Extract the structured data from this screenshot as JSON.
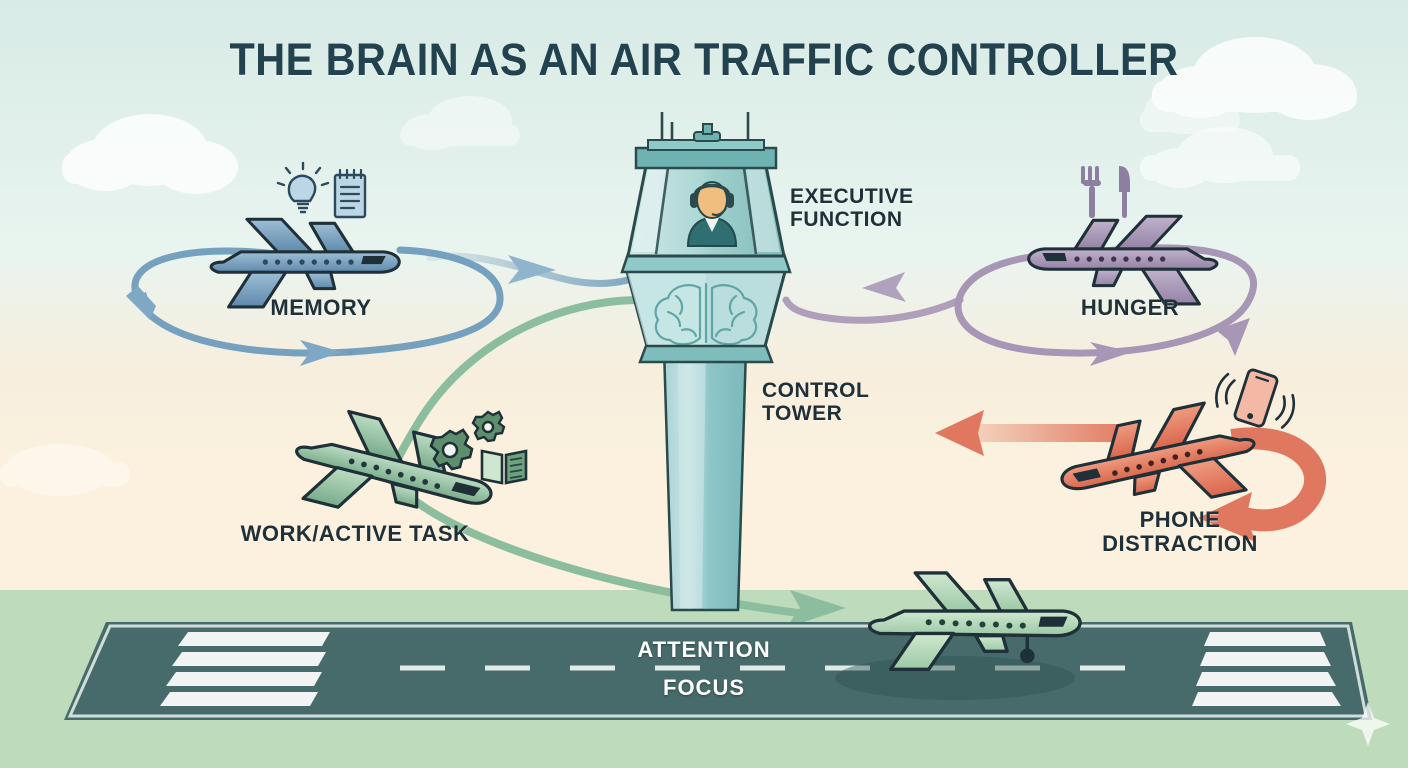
{
  "title": "THE BRAIN AS AN AIR TRAFFIC CONTROLLER",
  "theme": {
    "sky_top": "#d8ebe6",
    "sky_mid": "#eef6f0",
    "sky_low": "#fbf0dc",
    "ground": "#bedbbb",
    "runway": "#476b6b",
    "title_color": "#22424f",
    "label_color": "#1f3038",
    "memory_color": "#7fa8c4",
    "hunger_color": "#a796b5",
    "work_color": "#8fc4a0",
    "distraction_color": "#e07a62",
    "tower_color": "#8fc9c9",
    "runway_text_color": "#ffffff"
  },
  "tower": {
    "executive_label": "EXECUTIVE\nFUNCTION",
    "control_label": "CONTROL\nTOWER",
    "controller_icon": "headset-controller-icon",
    "brain_icon": "brain-icon"
  },
  "nodes": [
    {
      "id": "memory",
      "label": "MEMORY",
      "color": "#7fa8c4",
      "plane": "memory-plane",
      "icons": [
        "lightbulb-icon",
        "notepad-icon"
      ],
      "pattern": "holding-loop"
    },
    {
      "id": "hunger",
      "label": "HUNGER",
      "color": "#a796b5",
      "plane": "hunger-plane",
      "icons": [
        "fork-icon",
        "knife-icon"
      ],
      "pattern": "holding-loop"
    },
    {
      "id": "work",
      "label": "WORK/ACTIVE TASK",
      "color": "#8fc4a0",
      "plane": "work-plane",
      "icons": [
        "gear-icon",
        "gear-small-icon",
        "open-book-icon"
      ],
      "pattern": "approach-descent"
    },
    {
      "id": "distraction",
      "label": "PHONE\nDISTRACTION",
      "color": "#e07a62",
      "plane": "distraction-plane",
      "icons": [
        "vibrating-phone-icon"
      ],
      "pattern": "go-around-turn"
    }
  ],
  "runway": {
    "line1": "ATTENTION",
    "line2": "FOCUS",
    "landing_plane": "landing-plane",
    "surface_color": "#476b6b"
  }
}
